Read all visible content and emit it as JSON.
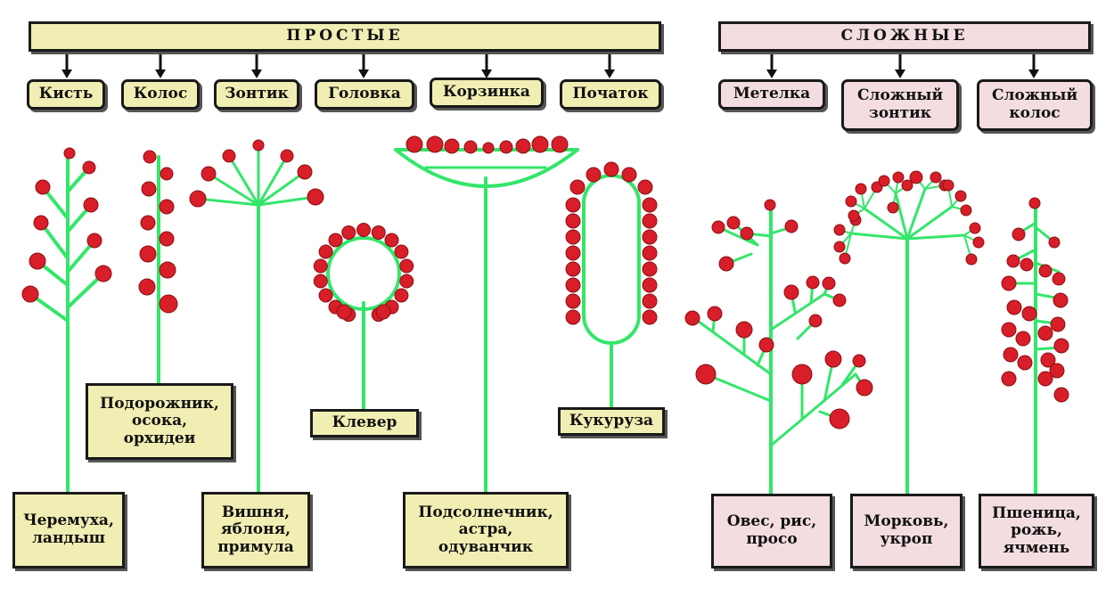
{
  "headers": {
    "simple": "ПРОСТЫЕ",
    "complex": "СЛОЖНЫЕ"
  },
  "types": {
    "kist": "Кисть",
    "kolos": "Колос",
    "zontik": "Зонтик",
    "golovka": "Головка",
    "korzinka": "Корзинка",
    "pochatok": "Початок",
    "metelka": "Метелка",
    "slozh_zontik": "Сложный\nзонтик",
    "slozh_kolos": "Сложный\nколос"
  },
  "plants": {
    "cheremukha": "Черемуха,\nландыш",
    "podorozhnik": "Подорожник,\nосока,\nорхидеи",
    "vishnya": "Вишня,\nяблоня,\nпримула",
    "klever": "Клевер",
    "podsolnechnik": "Подсолнечник,\nастра,\nодуванчик",
    "kukuruza": "Кукуруза",
    "oves": "Овес, рис,\nпросо",
    "morkov": "Морковь,\nукроп",
    "pshenitsa": "Пшеница,\nрожь,\nячмень"
  },
  "colors": {
    "stem": "#33e66a",
    "flower": "#d81e28",
    "flower_edge": "#8a1015",
    "simple_fill": "#f1eeb3",
    "complex_fill": "#f3dde0"
  }
}
